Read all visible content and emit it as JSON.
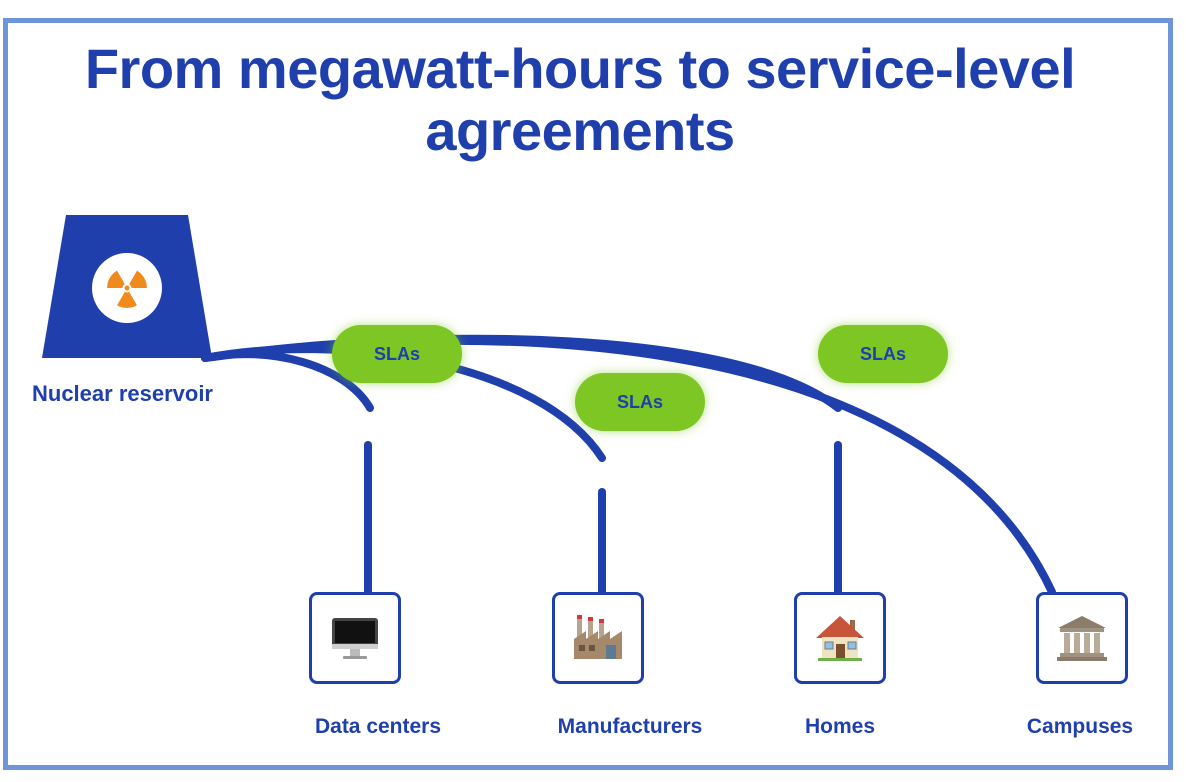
{
  "title": "From megawatt-hours to service-level agreements",
  "source": {
    "label": "Nuclear reservoir",
    "icon": "radiation-icon"
  },
  "sla_label": "SLAs",
  "sla_badges": [
    {
      "label": "SLAs"
    },
    {
      "label": "SLAs"
    },
    {
      "label": "SLAs"
    }
  ],
  "destinations": [
    {
      "label": "Data centers",
      "icon": "computer-monitor-icon"
    },
    {
      "label": "Manufacturers",
      "icon": "factory-icon"
    },
    {
      "label": "Homes",
      "icon": "house-icon"
    },
    {
      "label": "Campuses",
      "icon": "classical-building-icon"
    }
  ],
  "colors": {
    "primary_blue": "#1f3fad",
    "sla_green": "#7dc623",
    "frame_border": "#6e95d8",
    "radiation_orange": "#f08a1c"
  }
}
